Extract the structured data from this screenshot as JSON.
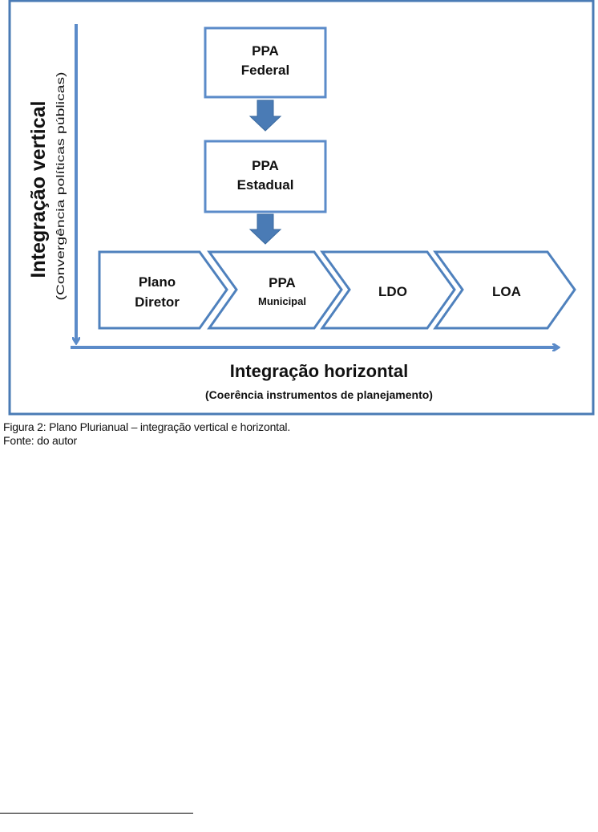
{
  "diagram": {
    "vertical_axis": {
      "label": "Integração vertical",
      "sublabel": "(Convergência políticas públicas)"
    },
    "horizontal_axis": {
      "label": "Integração horizontal",
      "sublabel": "(Coerência instrumentos de planejamento)"
    },
    "boxes": {
      "federal": {
        "line1": "PPA",
        "line2": "Federal"
      },
      "estadual": {
        "line1": "PPA",
        "line2": "Estadual"
      }
    },
    "chevrons": [
      {
        "line1": "Plano",
        "line2": "Diretor"
      },
      {
        "line1": "PPA",
        "line2": "Municipal"
      },
      {
        "line1": "LDO"
      },
      {
        "line1": "LOA"
      }
    ],
    "colors": {
      "frame": "#4a7bb5",
      "axis": "#5b8bc9",
      "box_border": "#5b8bc9",
      "down_arrow": "#4a7bb5",
      "chevron_border": "#4f81bd",
      "chevron_fill": "#ffffff"
    }
  },
  "caption": {
    "figure": "Figura 2: Plano Plurianual – integração vertical e horizontal.",
    "source": "Fonte: do autor"
  }
}
